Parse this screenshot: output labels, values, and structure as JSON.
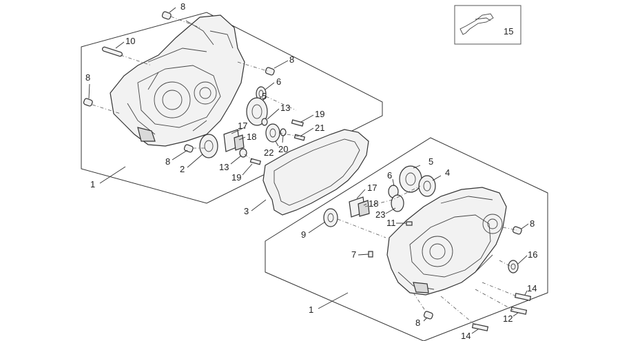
{
  "labels": {
    "l1a": "1",
    "l1b": "1",
    "l2": "2",
    "l3": "3",
    "l4": "4",
    "l5a": "5",
    "l5b": "5",
    "l6a": "6",
    "l6b": "6",
    "l7": "7",
    "l8a": "8",
    "l8b": "8",
    "l8c": "8",
    "l8d": "8",
    "l8e": "8",
    "l8f": "8",
    "l9": "9",
    "l10": "10",
    "l11": "11",
    "l12": "12",
    "l13a": "13",
    "l13b": "13",
    "l14a": "14",
    "l14b": "14",
    "l15": "15",
    "l16": "16",
    "l17a": "17",
    "l17b": "17",
    "l18a": "18",
    "l18b": "18",
    "l19a": "19",
    "l19b": "19",
    "l20": "20",
    "l21": "21",
    "l22": "22",
    "l23": "23"
  },
  "colors": {
    "line": "#333333",
    "fill": "#f2f2f2",
    "background": "#ffffff"
  }
}
